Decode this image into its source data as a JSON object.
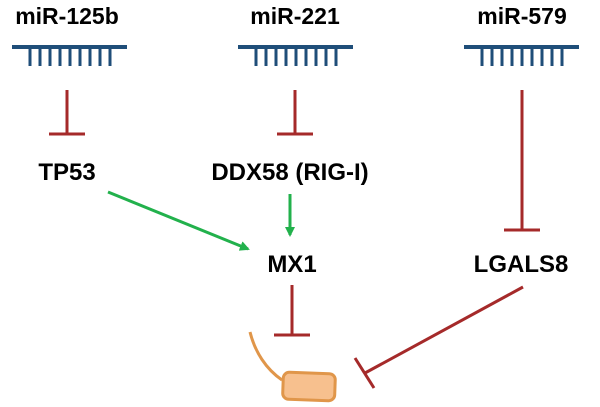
{
  "diagram": {
    "mirnas": [
      {
        "id": "mir125b",
        "label": "miR-125b"
      },
      {
        "id": "mir221",
        "label": "miR-221"
      },
      {
        "id": "mir579",
        "label": "miR-579"
      }
    ],
    "genes": [
      {
        "id": "tp53",
        "label": "TP53"
      },
      {
        "id": "ddx58",
        "label": "DDX58 (RIG-I)"
      },
      {
        "id": "mx1",
        "label": "MX1"
      },
      {
        "id": "lgals8",
        "label": "LGALS8"
      }
    ],
    "edges": [
      {
        "from": "mir125b",
        "to": "tp53",
        "type": "inhibition"
      },
      {
        "from": "mir221",
        "to": "ddx58",
        "type": "inhibition"
      },
      {
        "from": "mir579",
        "to": "lgals8",
        "type": "inhibition"
      },
      {
        "from": "tp53",
        "to": "mx1",
        "type": "activation"
      },
      {
        "from": "ddx58",
        "to": "mx1",
        "type": "activation"
      },
      {
        "from": "mx1",
        "to": "bacterium",
        "type": "inhibition"
      },
      {
        "from": "lgals8",
        "to": "bacterium",
        "type": "inhibition"
      }
    ],
    "colors": {
      "mirna": "#1F4E79",
      "inhibition": "#A52A2A",
      "activation": "#22B14C",
      "bacterium_fill": "#F7C08E",
      "bacterium_stroke": "#E0964A"
    },
    "icons": {
      "mirna": "mirna-comb-icon",
      "target": "bacterium-icon"
    }
  }
}
